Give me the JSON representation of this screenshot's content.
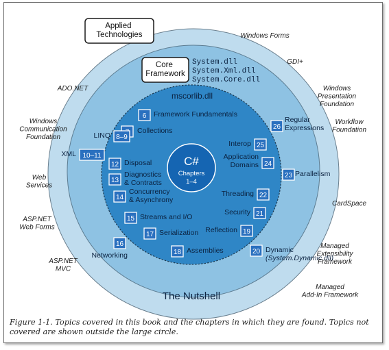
{
  "boxes": {
    "applied": [
      "Applied",
      "Technologies"
    ],
    "core": [
      "Core",
      "Framework"
    ]
  },
  "assemblies": [
    "System.dll",
    "System.Xml.dll",
    "System.Core.dll"
  ],
  "mscorlib": "mscorlib.dll",
  "center": {
    "title": "C#",
    "line1": "Chapters",
    "line2": "1–4"
  },
  "chapters": [
    {
      "num": "6",
      "lines": [
        "Framework Fundamentals"
      ]
    },
    {
      "num": "7",
      "lines": [
        "Collections"
      ]
    },
    {
      "num": "8–9",
      "lines": [
        "LINQ"
      ]
    },
    {
      "num": "10–11",
      "lines": [
        "XML"
      ]
    },
    {
      "num": "12",
      "lines": [
        "Disposal"
      ]
    },
    {
      "num": "13",
      "lines": [
        "Diagnostics",
        "& Contracts"
      ]
    },
    {
      "num": "14",
      "lines": [
        "Concurrency",
        "& Asynchrony"
      ]
    },
    {
      "num": "15",
      "lines": [
        "Streams and I/O"
      ]
    },
    {
      "num": "16",
      "lines": [
        "Networking"
      ]
    },
    {
      "num": "17",
      "lines": [
        "Serialization"
      ]
    },
    {
      "num": "18",
      "lines": [
        "Assemblies"
      ]
    },
    {
      "num": "19",
      "lines": [
        "Reflection"
      ]
    },
    {
      "num": "20",
      "lines": [
        "Dynamic",
        "(System.Dynamic.dll)"
      ]
    },
    {
      "num": "21",
      "lines": [
        "Security"
      ]
    },
    {
      "num": "22",
      "lines": [
        "Threading"
      ]
    },
    {
      "num": "23",
      "lines": [
        "Parallelism"
      ]
    },
    {
      "num": "24",
      "lines": [
        "Application",
        "Domains"
      ]
    },
    {
      "num": "25",
      "lines": [
        "Interop"
      ]
    },
    {
      "num": "26",
      "lines": [
        "Regular",
        "Expressions"
      ]
    }
  ],
  "nutshell": "The Nutshell",
  "outside": [
    {
      "lines": [
        "Windows Forms"
      ]
    },
    {
      "lines": [
        "GDI+"
      ]
    },
    {
      "lines": [
        "Windows",
        "Presentation",
        "Foundation"
      ]
    },
    {
      "lines": [
        "Workflow",
        "Foundation"
      ]
    },
    {
      "lines": [
        "CardSpace"
      ]
    },
    {
      "lines": [
        "Managed",
        "Extensibility",
        "Framework"
      ]
    },
    {
      "lines": [
        "Managed",
        "Add-In Framework"
      ]
    },
    {
      "lines": [
        "ADO.NET"
      ]
    },
    {
      "lines": [
        "Windows",
        "Communication",
        "Foundation"
      ]
    },
    {
      "lines": [
        "Web",
        "Services"
      ]
    },
    {
      "lines": [
        "ASP.NET",
        "Web Forms"
      ]
    },
    {
      "lines": [
        "ASP.NET",
        "MVC"
      ]
    }
  ],
  "caption": {
    "lead": "Figure 1-1.",
    "text": " Topics covered in this book and the chapters in which they are found. Topics not covered are shown outside the large circle."
  },
  "colors": {
    "outer_circle": "#bfdcee",
    "middle_circle": "#8ec2e3",
    "inner_circle": "#2f86c6",
    "center_circle": "#1565b2",
    "chapter_box": "#2a70bf",
    "dark_text": "#0b2240"
  }
}
